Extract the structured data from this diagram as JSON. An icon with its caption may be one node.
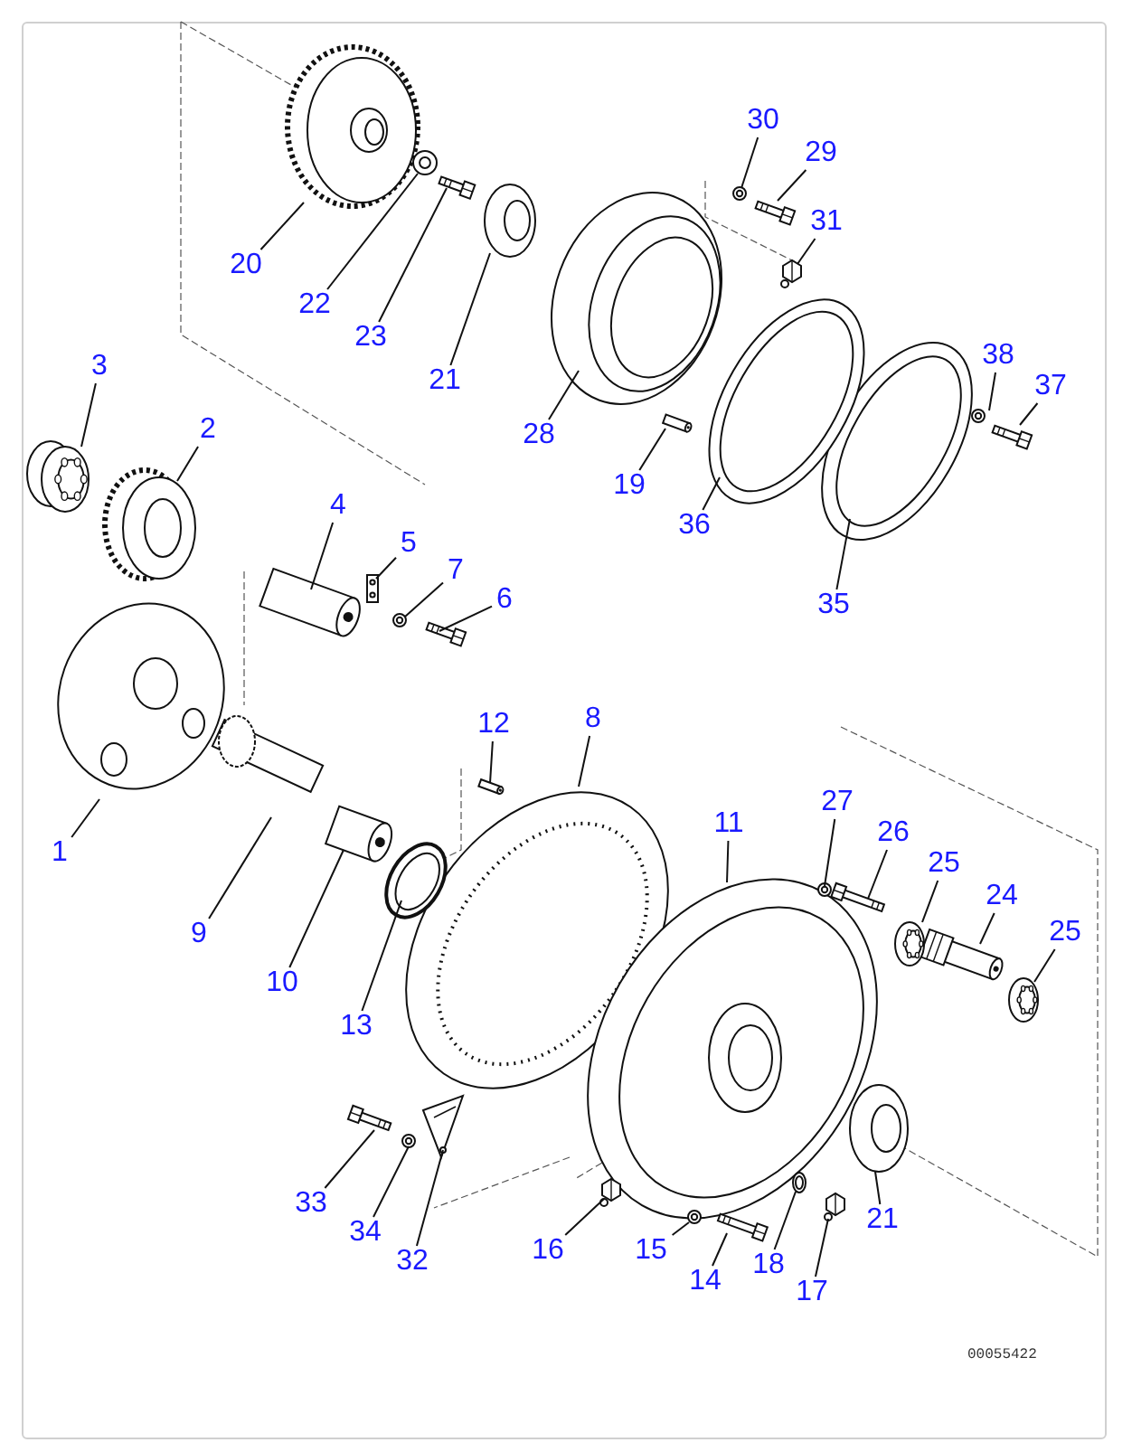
{
  "diagram": {
    "nodes": [
      {
        "text": [
          "1"
        ]
      },
      {
        "text": [
          "2"
        ]
      },
      {
        "text": [
          "3"
        ]
      },
      {
        "text": [
          "4"
        ]
      },
      {
        "text": [
          "5"
        ]
      },
      {
        "text": [
          "6"
        ]
      },
      {
        "text": [
          "7"
        ]
      },
      {
        "text": [
          "8"
        ]
      },
      {
        "text": [
          "9"
        ]
      },
      {
        "text": [
          "10"
        ]
      },
      {
        "text": [
          "11"
        ]
      },
      {
        "text": [
          "12"
        ]
      },
      {
        "text": [
          "13"
        ]
      },
      {
        "text": [
          "14"
        ]
      },
      {
        "text": [
          "15"
        ]
      },
      {
        "text": [
          "16"
        ]
      },
      {
        "text": [
          "17"
        ]
      },
      {
        "text": [
          "18"
        ]
      },
      {
        "text": [
          "19"
        ]
      },
      {
        "text": [
          "20"
        ]
      },
      {
        "text": [
          "21"
        ]
      },
      {
        "text": [
          "21"
        ]
      },
      {
        "text": [
          "22"
        ]
      },
      {
        "text": [
          "23"
        ]
      },
      {
        "text": [
          "24"
        ]
      },
      {
        "text": [
          "25"
        ]
      },
      {
        "text": [
          "25"
        ]
      },
      {
        "text": [
          "26"
        ]
      },
      {
        "text": [
          "27"
        ]
      },
      {
        "text": [
          "28"
        ]
      },
      {
        "text": [
          "29"
        ]
      },
      {
        "text": [
          "30"
        ]
      },
      {
        "text": [
          "31"
        ]
      },
      {
        "text": [
          "32"
        ]
      },
      {
        "text": [
          "33"
        ]
      },
      {
        "text": [
          "34"
        ]
      },
      {
        "text": [
          "35"
        ]
      },
      {
        "text": [
          "36"
        ]
      },
      {
        "text": [
          "37"
        ]
      },
      {
        "text": [
          "38"
        ]
      },
      {
        "text": [],
        "shape": "picture"
      },
      {
        "text": [],
        "shape": "picture"
      },
      {
        "text": [],
        "shape": "picture"
      },
      {
        "text": [],
        "shape": "picture"
      },
      {
        "text": [],
        "shape": "picture"
      },
      {
        "text": [],
        "shape": "picture"
      },
      {
        "text": [],
        "shape": "picture"
      },
      {
        "text": [],
        "shape": "picture"
      },
      {
        "text": [],
        "shape": "picture"
      },
      {
        "text": [],
        "shape": "picture"
      },
      {
        "text": [],
        "shape": "picture"
      },
      {
        "text": [],
        "shape": "picture"
      },
      {
        "text": [],
        "shape": "picture"
      },
      {
        "text": [],
        "shape": "picture"
      },
      {
        "text": [],
        "shape": "picture"
      },
      {
        "text": [],
        "shape": "picture"
      },
      {
        "text": [],
        "shape": "picture"
      },
      {
        "text": [],
        "shape": "picture"
      },
      {
        "text": [],
        "shape": "picture"
      },
      {
        "text": [],
        "shape": "picture"
      },
      {
        "text": [],
        "shape": "picture"
      },
      {
        "text": [],
        "shape": "picture"
      },
      {
        "text": [],
        "shape": "picture"
      },
      {
        "text": [],
        "shape": "picture"
      },
      {
        "text": [],
        "shape": "picture"
      },
      {
        "text": [],
        "shape": "picture"
      },
      {
        "text": [],
        "shape": "picture"
      },
      {
        "text": [],
        "shape": "picture"
      },
      {
        "text": [],
        "shape": "picture"
      },
      {
        "text": [],
        "shape": "picture"
      },
      {
        "text": [],
        "shape": "picture"
      },
      {
        "text": [],
        "shape": "picture"
      },
      {
        "text": [],
        "shape": "picture"
      },
      {
        "text": [],
        "shape": "picture"
      },
      {
        "text": [],
        "shape": "picture"
      },
      {
        "text": [],
        "shape": "picture"
      },
      {
        "text": [],
        "shape": "picture"
      },
      {
        "text": [],
        "shape": "picture"
      },
      {
        "text": [],
        "shape": "picture"
      },
      {
        "text": [],
        "shape": "picture"
      }
    ],
    "edges": [
      {
        "from": 0,
        "to": 40,
        "arrow": "none"
      },
      {
        "from": 1,
        "to": 41,
        "arrow": "none"
      },
      {
        "from": 2,
        "to": 42,
        "arrow": "none"
      },
      {
        "from": 3,
        "to": 43,
        "arrow": "none"
      },
      {
        "from": 4,
        "to": 44,
        "arrow": "none"
      },
      {
        "from": 5,
        "to": 45,
        "arrow": "none"
      },
      {
        "from": 6,
        "to": 46,
        "arrow": "none"
      },
      {
        "from": 7,
        "to": 47,
        "arrow": "none"
      },
      {
        "from": 8,
        "to": 48,
        "arrow": "none"
      },
      {
        "from": 9,
        "to": 49,
        "arrow": "none"
      },
      {
        "from": 10,
        "to": 50,
        "arrow": "none"
      },
      {
        "from": 11,
        "to": 51,
        "arrow": "none"
      },
      {
        "from": 12,
        "to": 52,
        "arrow": "none"
      },
      {
        "from": 13,
        "to": 53,
        "arrow": "none"
      },
      {
        "from": 14,
        "to": 54,
        "arrow": "none"
      },
      {
        "from": 15,
        "to": 55,
        "arrow": "none"
      },
      {
        "from": 16,
        "to": 56,
        "arrow": "none"
      },
      {
        "from": 17,
        "to": 57,
        "arrow": "none"
      },
      {
        "from": 18,
        "to": 58,
        "arrow": "none"
      },
      {
        "from": 19,
        "to": 59,
        "arrow": "none"
      },
      {
        "from": 20,
        "to": 60,
        "arrow": "none"
      },
      {
        "from": 21,
        "to": 61,
        "arrow": "none"
      },
      {
        "from": 22,
        "to": 62,
        "arrow": "none"
      },
      {
        "from": 23,
        "to": 63,
        "arrow": "none"
      },
      {
        "from": 24,
        "to": 64,
        "arrow": "none"
      },
      {
        "from": 25,
        "to": 65,
        "arrow": "none"
      },
      {
        "from": 26,
        "to": 66,
        "arrow": "none"
      },
      {
        "from": 27,
        "to": 67,
        "arrow": "none"
      },
      {
        "from": 28,
        "to": 68,
        "arrow": "none"
      },
      {
        "from": 29,
        "to": 69,
        "arrow": "none"
      },
      {
        "from": 30,
        "to": 70,
        "arrow": "none"
      },
      {
        "from": 31,
        "to": 71,
        "arrow": "none"
      },
      {
        "from": 32,
        "to": 72,
        "arrow": "none"
      },
      {
        "from": 33,
        "to": 73,
        "arrow": "none"
      },
      {
        "from": 34,
        "to": 74,
        "arrow": "none"
      },
      {
        "from": 35,
        "to": 75,
        "arrow": "none"
      },
      {
        "from": 36,
        "to": 76,
        "arrow": "none"
      },
      {
        "from": 37,
        "to": 77,
        "arrow": "none"
      },
      {
        "from": 38,
        "to": 78,
        "arrow": "none"
      },
      {
        "from": 39,
        "to": 79,
        "arrow": "none"
      }
    ],
    "labels": [
      "00055422"
    ]
  }
}
